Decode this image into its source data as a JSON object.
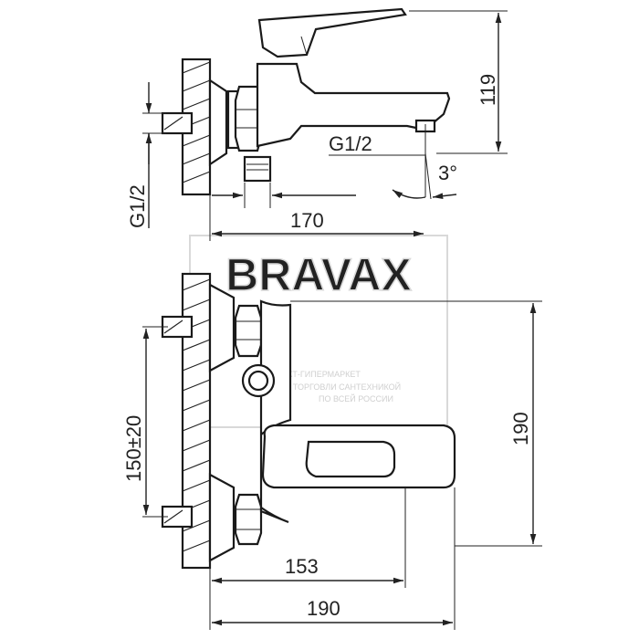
{
  "watermark": {
    "brand": "BRAVAX",
    "line1": "КТ-ГИПЕРМАРКЕТ",
    "line2": "ТОРГОВЛИ САНТЕХНИКОЙ",
    "line3": "ПО ВСЕЙ РОССИИ"
  },
  "side_view": {
    "height_label": "119",
    "spout_thread_label": "G1/2",
    "angle_label": "3°",
    "inlet_thread_label": "G1/2",
    "length_label": "170"
  },
  "top_view": {
    "inlet_spacing_label": "150±20",
    "depth_label": "190",
    "spout_offset_label": "153",
    "width_label": "190"
  }
}
